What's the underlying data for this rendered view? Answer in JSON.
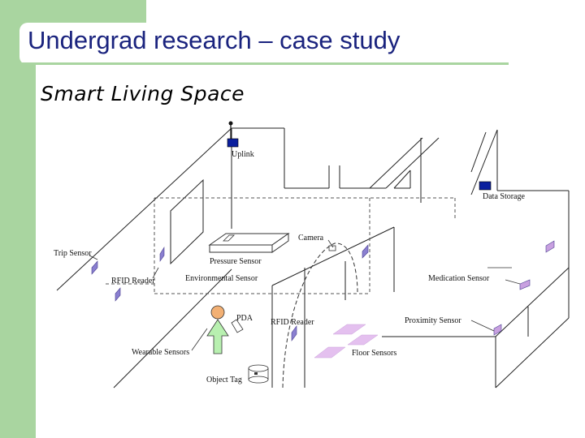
{
  "slide": {
    "title": "Undergrad research – case study",
    "subtitle": "Smart Living Space"
  },
  "diagram": {
    "labels": {
      "uplink": "Uplink",
      "data_storage": "Data Storage",
      "trip_sensor": "Trip Sensor",
      "rfid_reader_left": "RFID Reader",
      "camera": "Camera",
      "pressure_sensor": "Pressure Sensor",
      "environmental_sensor": "Environmental Sensor",
      "medication_sensor": "Medication Sensor",
      "pda": "PDA",
      "rfid_reader_center": "RFID Reader",
      "proximity_sensor": "Proximity Sensor",
      "wearable_sensors": "Wearable Sensors",
      "floor_sensors": "Floor Sensors",
      "object_tag": "Object Tag"
    },
    "colors": {
      "accent_green": "#a9d5a0",
      "title_blue": "#1a237e",
      "device_blue": "#0b1f9e",
      "sensor_purple": "#8a7fd0",
      "sensor_pink": "#d9a8e6",
      "person_green": "#b8f0b0",
      "person_head": "#f2b074"
    }
  }
}
